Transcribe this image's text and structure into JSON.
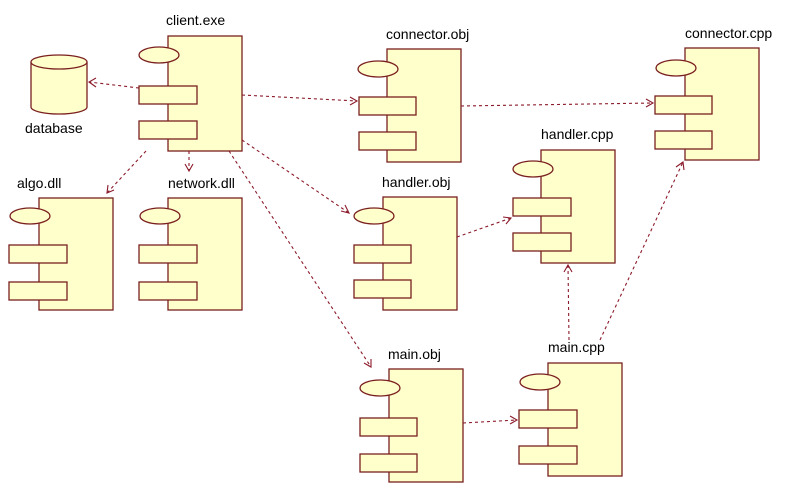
{
  "colors": {
    "component_fill": "#ffffcc",
    "component_stroke": "#7a1f1f",
    "dependency_stroke": "#8b1a2a"
  },
  "components": [
    {
      "id": "client-exe",
      "label": "client.exe"
    },
    {
      "id": "connector-obj",
      "label": "connector.obj"
    },
    {
      "id": "connector-cpp",
      "label": "connector.cpp"
    },
    {
      "id": "handler-cpp",
      "label": "handler.cpp"
    },
    {
      "id": "handler-obj",
      "label": "handler.obj"
    },
    {
      "id": "algo-dll",
      "label": "algo.dll"
    },
    {
      "id": "network-dll",
      "label": "network.dll"
    },
    {
      "id": "main-obj",
      "label": "main.obj"
    },
    {
      "id": "main-cpp",
      "label": "main.cpp"
    }
  ],
  "database": {
    "label": "database"
  },
  "dependencies": [
    {
      "from": "client-exe",
      "to": "database"
    },
    {
      "from": "client-exe",
      "to": "connector-obj"
    },
    {
      "from": "client-exe",
      "to": "algo-dll"
    },
    {
      "from": "client-exe",
      "to": "network-dll"
    },
    {
      "from": "client-exe",
      "to": "handler-obj"
    },
    {
      "from": "client-exe",
      "to": "main-obj"
    },
    {
      "from": "connector-obj",
      "to": "connector-cpp"
    },
    {
      "from": "handler-obj",
      "to": "handler-cpp"
    },
    {
      "from": "main-obj",
      "to": "main-cpp"
    },
    {
      "from": "main-cpp",
      "to": "handler-cpp"
    },
    {
      "from": "main-cpp",
      "to": "connector-cpp"
    }
  ]
}
